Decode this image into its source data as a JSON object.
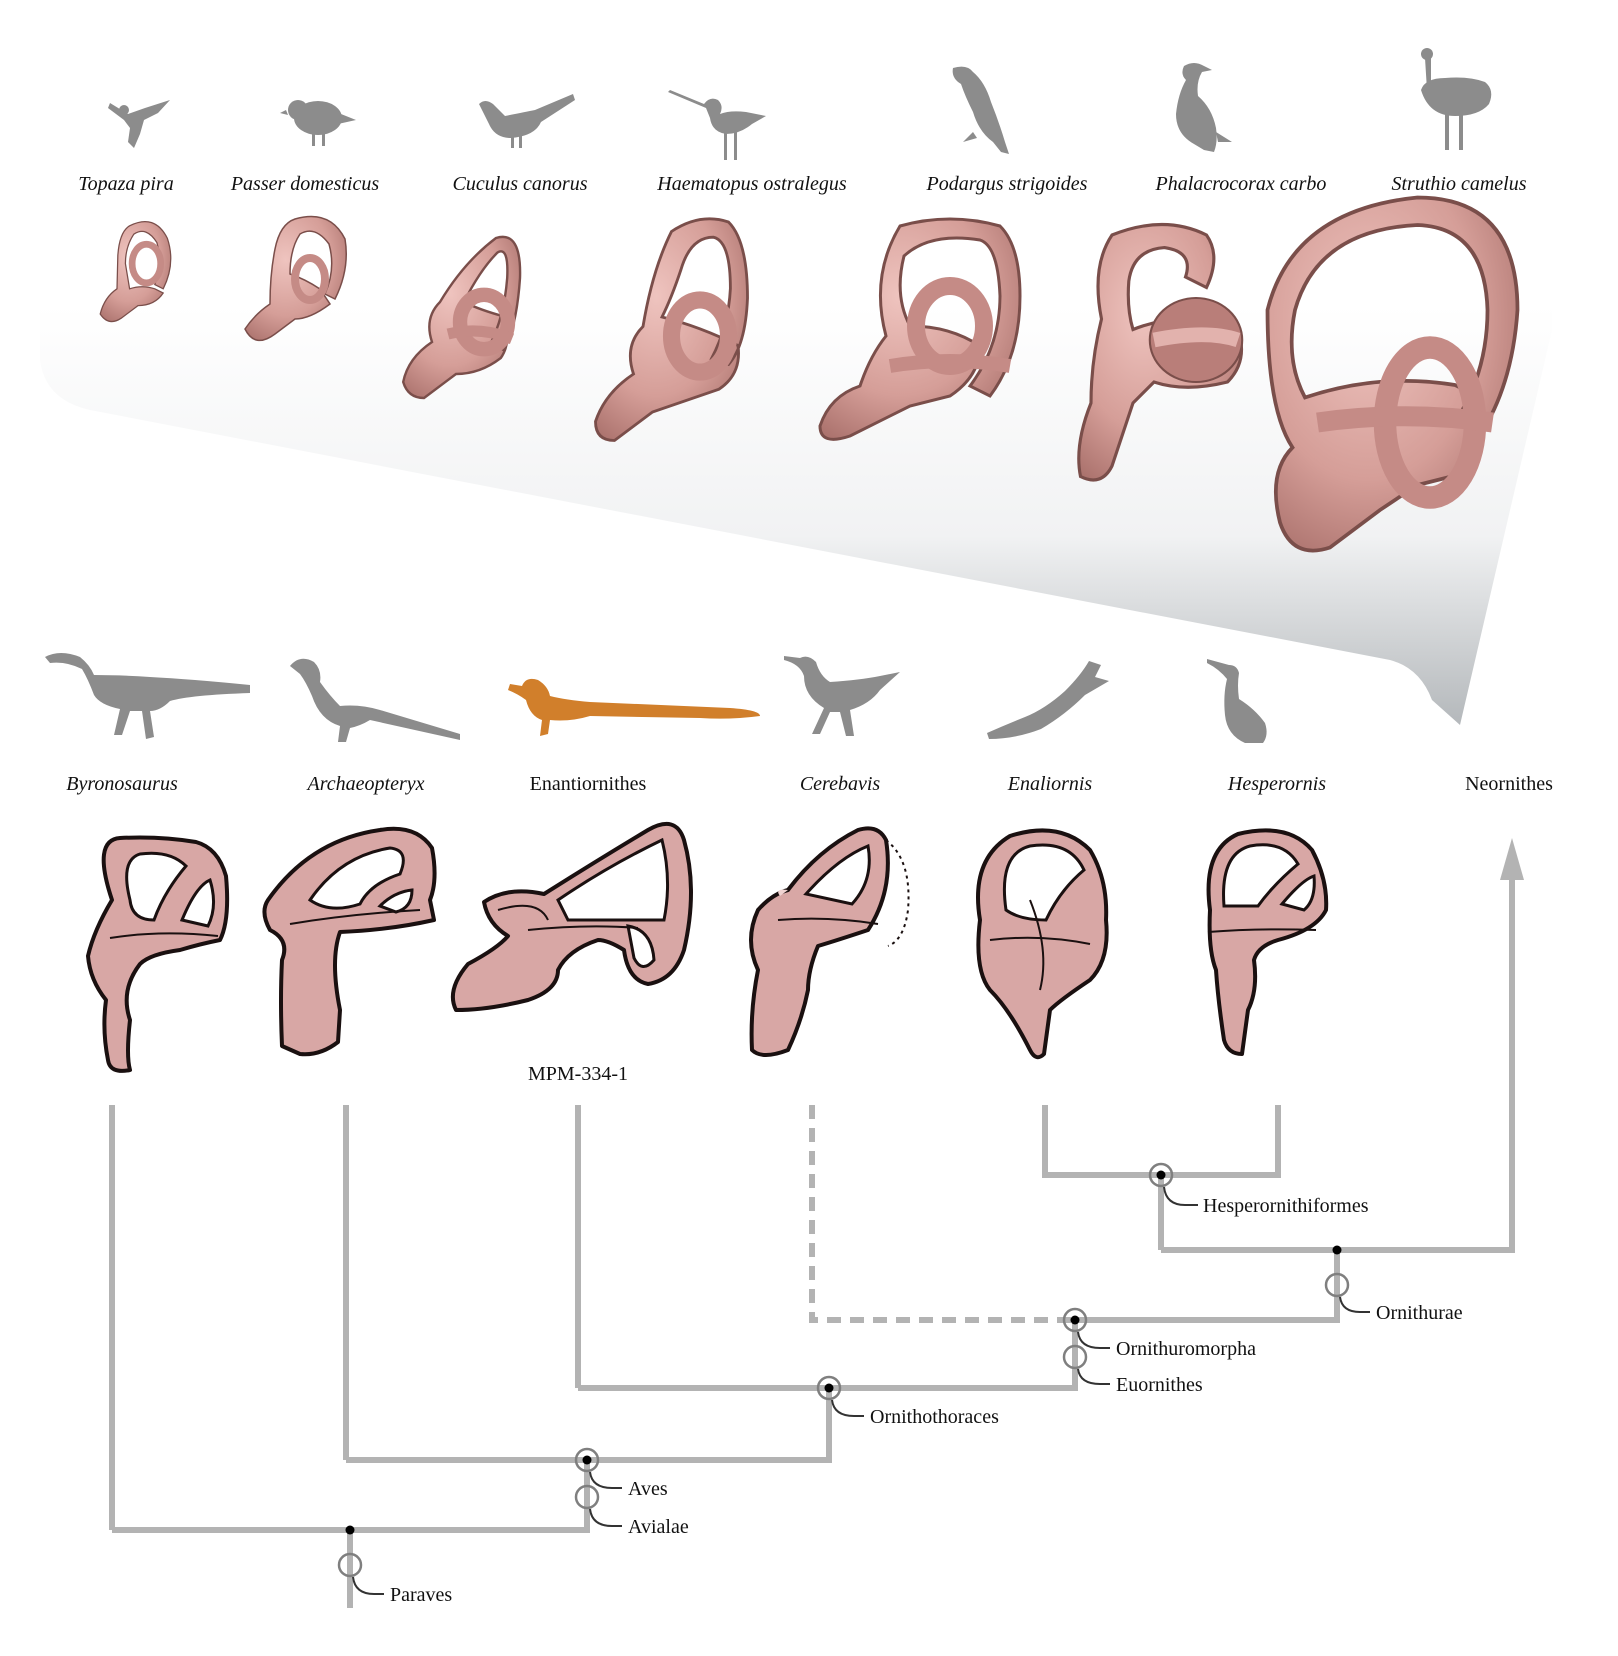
{
  "modern_birds": [
    {
      "name": "Topaza pira",
      "silhouette": "hummingbird-silhouette"
    },
    {
      "name": "Passer domesticus",
      "silhouette": "sparrow-silhouette"
    },
    {
      "name": "Cuculus canorus",
      "silhouette": "cuckoo-silhouette"
    },
    {
      "name": "Haematopus ostralegus",
      "silhouette": "oystercatcher-silhouette"
    },
    {
      "name": "Podargus strigoides",
      "silhouette": "frogmouth-silhouette"
    },
    {
      "name": "Phalacrocorax carbo",
      "silhouette": "cormorant-silhouette"
    },
    {
      "name": "Struthio camelus",
      "silhouette": "ostrich-silhouette"
    }
  ],
  "fossil_taxa": [
    {
      "name": "Byronosaurus",
      "italic": true,
      "silhouette": "troodontid-silhouette"
    },
    {
      "name": "Archaeopteryx",
      "italic": true,
      "silhouette": "archaeopteryx-silhouette"
    },
    {
      "name": "Enantiornithes",
      "italic": false,
      "silhouette": "enantiornithine-silhouette",
      "highlight_color": "#d17f2b"
    },
    {
      "name": "Cerebavis",
      "italic": true,
      "silhouette": "cerebavis-silhouette"
    },
    {
      "name": "Enaliornis",
      "italic": true,
      "silhouette": "enaliornis-silhouette"
    },
    {
      "name": "Hesperornis",
      "italic": true,
      "silhouette": "hesperornis-silhouette"
    },
    {
      "name": "Neornithes",
      "italic": false,
      "silhouette": ""
    }
  ],
  "specimen_label": "MPM-334-1",
  "clades": [
    {
      "name": "Hesperornithiformes"
    },
    {
      "name": "Ornithurae"
    },
    {
      "name": "Ornithuromorpha"
    },
    {
      "name": "Euornithes"
    },
    {
      "name": "Ornithothoraces"
    },
    {
      "name": "Aves"
    },
    {
      "name": "Avialae"
    },
    {
      "name": "Paraves"
    }
  ],
  "colors": {
    "silhouette": "#8c8c8c",
    "highlight": "#d17f2b",
    "inner_ear": "#d8a39e",
    "tree": "#b3b3b3",
    "node": "#000000"
  }
}
